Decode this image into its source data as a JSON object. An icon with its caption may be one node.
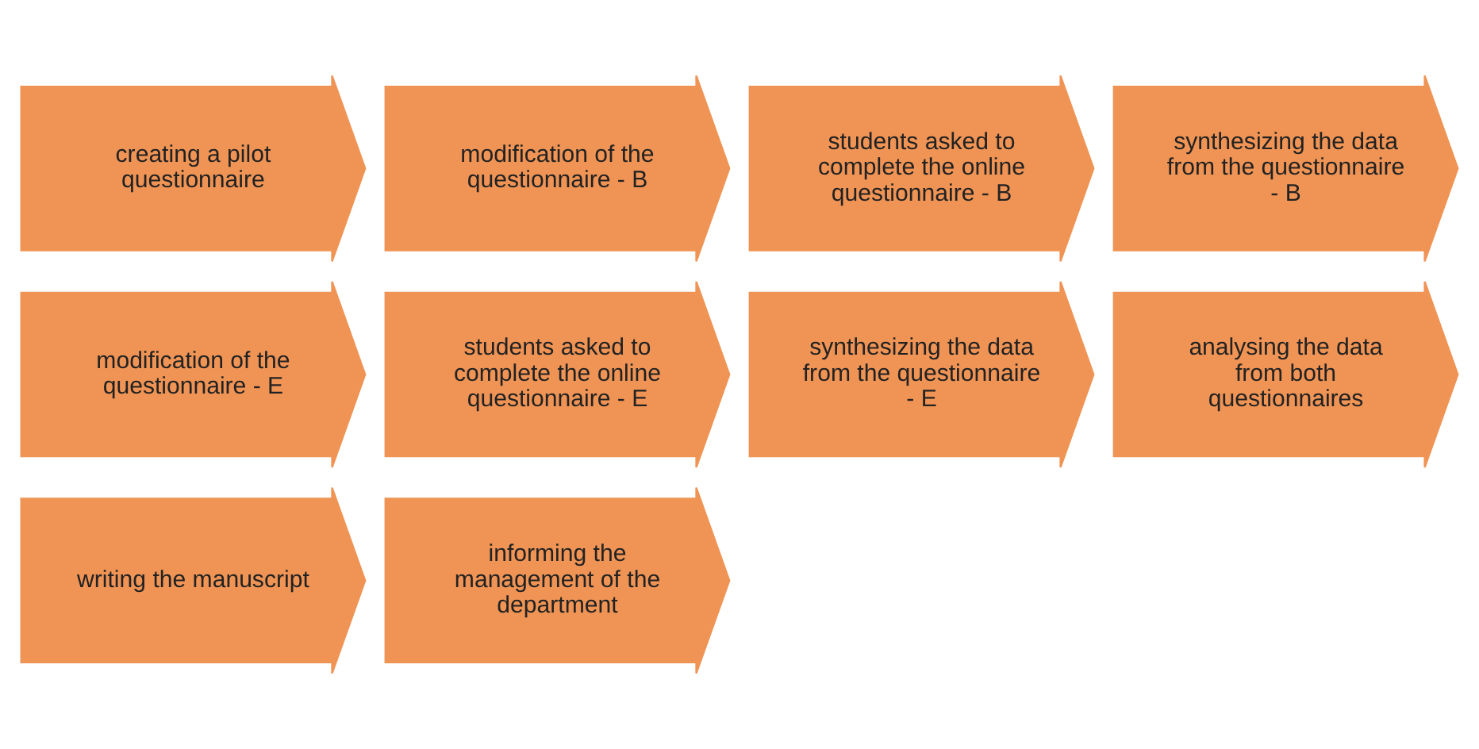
{
  "diagram": {
    "nodes": [
      {
        "text": [
          "creating a pilot questionnaire"
        ]
      },
      {
        "text": [
          "modification of the questionnaire - B"
        ]
      },
      {
        "text": [
          "students asked to complete the online questionnaire - B"
        ]
      },
      {
        "text": [
          "synthesizing the data from the questionnaire - B"
        ]
      },
      {
        "text": [
          "modification of the questionnaire - E"
        ]
      },
      {
        "text": [
          "students asked to complete the online questionnaire - E"
        ]
      },
      {
        "text": [
          "synthesizing the data from the questionnaire - E"
        ]
      },
      {
        "text": [
          "analysing the data from both questionnaires"
        ]
      },
      {
        "text": [
          "writing the manuscript"
        ]
      },
      {
        "text": [
          "informing the management of the department"
        ]
      }
    ]
  }
}
